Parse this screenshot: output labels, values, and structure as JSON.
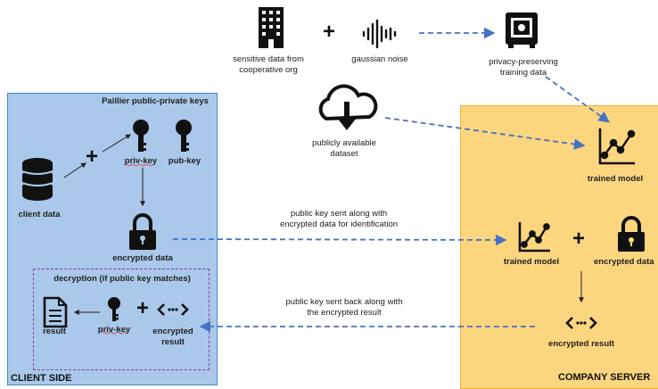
{
  "top": {
    "sensitive_data_label": "sensitive data from\ncooperative org",
    "noise_label": "gaussian noise",
    "training_data_label": "privacy-preserving\ntraining data",
    "public_dataset_label": "publicly available\ndataset"
  },
  "client": {
    "title": "CLIENT SIDE",
    "keys_header": "Paillier public-private keys",
    "priv_key_label": "priv-key",
    "pub_key_label": "pub-key",
    "client_data_label": "client data",
    "encrypted_data_label": "encrypted data",
    "decryption_header": "decryption (if public key matches)",
    "result_label": "result",
    "decrypt_priv_key_label": "priv-key",
    "encrypted_result_label": "encrypted\nresult"
  },
  "server": {
    "title": "COMPANY SERVER",
    "trained_model_top_label": "trained model",
    "trained_model_label": "trained model",
    "encrypted_data_label": "encrypted data",
    "encrypted_result_label": "encrypted result"
  },
  "arrows": {
    "send_label": "public key sent along with\nencrypted data for identification",
    "return_label": "public key sent back along with\nthe encrypted result"
  },
  "colors": {
    "client_fill": "#a9c8ea",
    "server_fill": "#fcd57f",
    "dashed_arrow": "#4472c4",
    "decryption_border": "#8a3ea3"
  }
}
